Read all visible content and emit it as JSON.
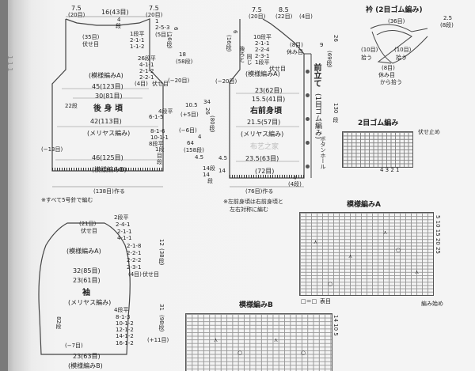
{
  "back_panel": {
    "title": "後 身 頃",
    "top_7_5_left": "7.5",
    "top_20_left": "(20目)",
    "top_16_43": "16(43目)",
    "top_7_5_right": "7.5",
    "top_20_right": "(20目)",
    "neck_4": "4",
    "neck_dan": "段",
    "neck_1dan": "1段平",
    "neck_2_5_3": "2-5-3",
    "neck_5": "(5目)",
    "neck_1": "1",
    "neck_35": "(35目)",
    "neck_fuku": "伏せ目",
    "neck_2_1_1": "2-1-1",
    "neck_1_1_2": "1-1-2",
    "shoulder_6": "6",
    "shoulder_16dan": "(16段)",
    "sleeve_26": "26段平",
    "sleeve_4_1_1": "4-1-1",
    "sleeve_2_1_2": "2-1-2",
    "sleeve_2_2_1": "2-2-1",
    "sleeve_4": "(4目)",
    "sleeve_fuku": "伏せ目",
    "armhole_18": "18",
    "armhole_58dan": "(58段)",
    "pattern_a": "(模様編みA)",
    "width_45": "45(123目)",
    "width_30": "30(81目)",
    "minus_20": "(−20目)",
    "side_22dan": "22段",
    "inc_4dan": "4段平",
    "inc_6_1_5": "6-1-5",
    "width_42": "42(113目)",
    "plus_5": "(+5目)",
    "knit_stockinette": "(メリヤス編み)",
    "dec_8_1_6": "8-1-6",
    "dec_10_1_1": "10-1-1",
    "dec_8dan": "8段平",
    "minus_6": "(−6目)",
    "minus_13": "(−13目)",
    "width_46": "46(125目)",
    "pattern_b": "(模様編みB)",
    "bottom_138": "(138目)作る",
    "needle_note": "※すべて5号針で編む",
    "h_10_5": "10.5",
    "h_34": "34",
    "h_26": "26",
    "h_80dan": "(80段)",
    "h_4": "4",
    "h_14dan": "14段",
    "h_dan": "段",
    "h_4_5": "4.5",
    "h_14": "14",
    "h_64": "64",
    "h_158dan": "(158段)",
    "h_1dan": "1段",
    "h_kake": "目",
    "h_fuku": "段"
  },
  "right_front": {
    "title": "右前身頃",
    "top_7_5": "7.5",
    "top_20": "(20目)",
    "top_8_5": "8.5",
    "top_22": "(22目)",
    "top_4": "(4目)",
    "neck_10dan": "10段平",
    "neck_2_1_1": "2-1-1",
    "neck_2_2_4": "2-2-4",
    "neck_2_3_1": "2-3-1",
    "neck_1dan": "1段平",
    "neck_fuku": "伏せ目",
    "neck_8": "(8目)",
    "neck_rest": "休み目",
    "shoulder_6": "6",
    "shoulder_16dan": "(16段)",
    "shoulder_9": "9",
    "side_note": "同じ",
    "side_note2": "後ろと",
    "minus_20": "(−20目)",
    "pattern_a": "(模様編みA)",
    "width_23": "23(62目)",
    "width_15_5": "15.5(41目)",
    "width_21_5": "21.5(57目)",
    "knit_stockinette": "(メリヤス編み)",
    "width_23_5": "23.5(63目)",
    "width_72": "(72目)",
    "bottom_76": "(76目)作る",
    "front_band": "前立て",
    "front_band_paren": "(1目ゴム編み)",
    "h_26": "26",
    "h_69dan": "(69段)",
    "h_130": "130",
    "h_dan": "段",
    "buttonhole": "ボタンホール",
    "h_4dan": "(4段)",
    "h_4": "4",
    "h_4_5": "4.5",
    "h_14": "14",
    "left_note_1": "※左前身頃は右前身頃と",
    "left_note_2": "左右対称に編む"
  },
  "collar": {
    "title": "衿 (2目ゴム編み)",
    "pick_36": "(36目)",
    "pick_10_a": "(10目)",
    "pick_10_b": "(10目)",
    "pick_label": "拾う",
    "pick_label2": "拾う",
    "rest_8": "(8目)",
    "rest_label": "休み目",
    "rest_label2": "から拾う",
    "h_2_5": "2.5",
    "h_8dan": "(8段)"
  },
  "rib_chart": {
    "title": "2目ゴム編み",
    "bind_off": "伏せ止め",
    "row_nums": "4 3 2 1"
  },
  "sleeve": {
    "title": "袖",
    "subtitle": "(メリヤス編み)",
    "top_2dan": "2段平",
    "top_21": "(21目)",
    "top_fuku": "伏せ目",
    "cap_2_4_1": "2-4-1",
    "cap_2_1_1": "2-1-1",
    "cap_4_1_1": "4-1-1",
    "cap_2_1_8": "2-1-8",
    "cap_2_2_1": "2-2-1",
    "cap_2_2_2": "2-2-2",
    "cap_2_3_1": "2-3-1",
    "cap_4": "(4目)",
    "cap_fuku": "伏せ目",
    "pattern_a": "(模様編みA)",
    "width_32": "32(85目)",
    "width_23": "23(61目)",
    "h_12": "12",
    "h_38dan": "(38段)",
    "inc_4dan": "4段平",
    "inc_8_1_3": "8-1-3",
    "inc_10_1_2": "10-1-2",
    "inc_12_1_2": "12-1-2",
    "inc_14_1_2": "14-1-2",
    "inc_16_1_2": "16-1-2",
    "plus_11": "(+11目)",
    "side_82dan": "82段",
    "h_31": "31",
    "h_98dan": "(98段)",
    "minus_7": "(−7目)",
    "width_23b": "23(63目)",
    "pattern_b": "(模様編みB)"
  },
  "pattern_a_chart": {
    "title": "模様編みA",
    "legend_open": "□＝□",
    "legend_text": "表目",
    "start_label": "編み始め",
    "row_labels": "5 10 15 20 25"
  },
  "pattern_b_chart": {
    "title": "模様編みB",
    "row_labels": "14 10 5"
  },
  "watermark": "布艺之家"
}
